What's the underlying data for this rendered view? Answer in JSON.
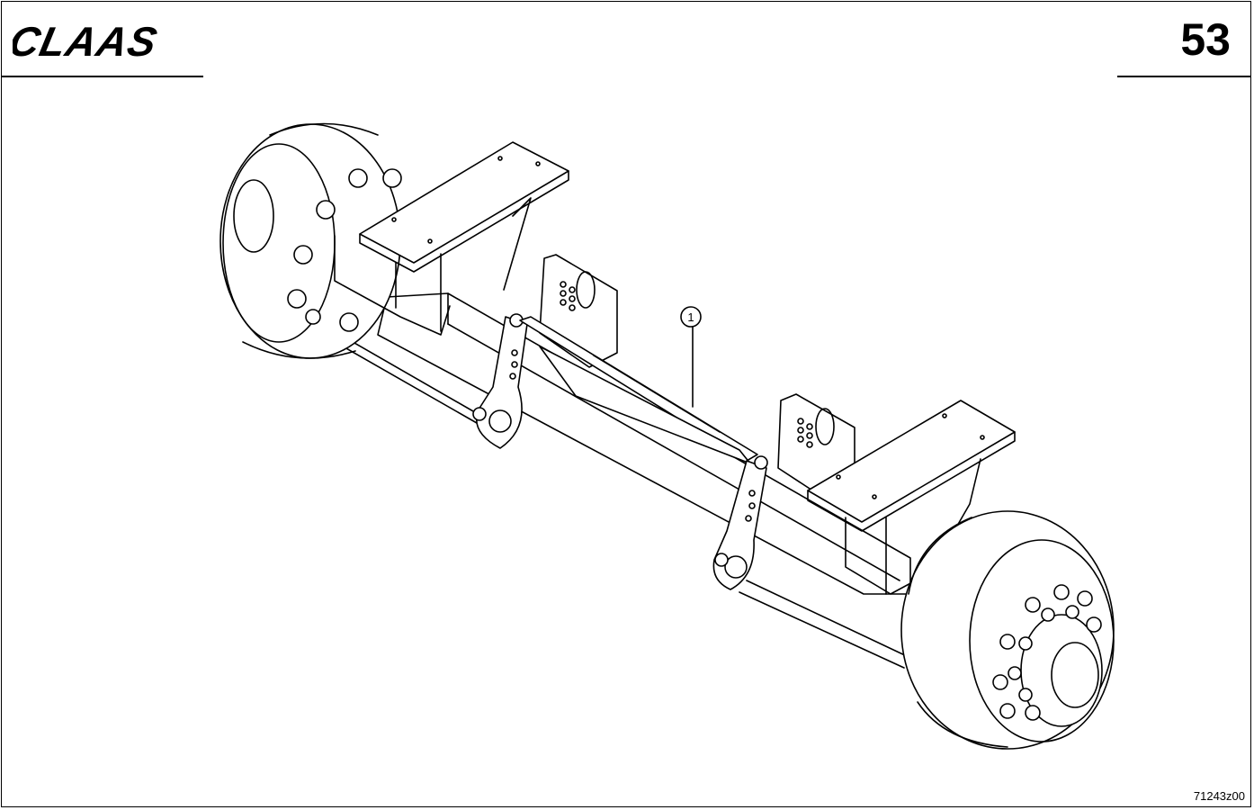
{
  "header": {
    "brand": "CLAAS",
    "page_number": "53"
  },
  "figure": {
    "callouts": [
      {
        "label": "1"
      }
    ],
    "reference_code": "71243z00"
  }
}
